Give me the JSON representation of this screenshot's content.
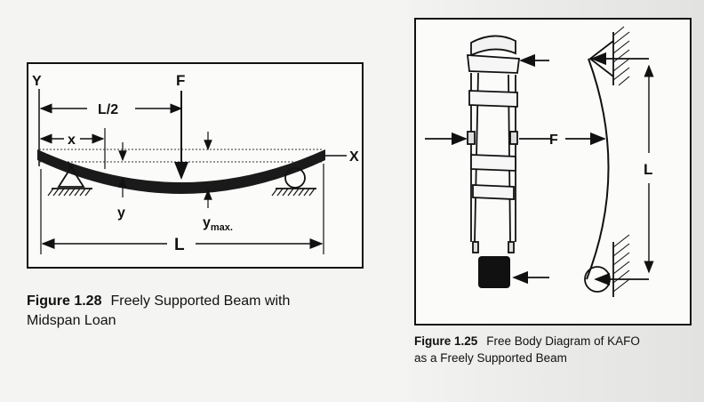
{
  "left_figure": {
    "labels": {
      "y_axis": "Y",
      "x_axis": "X",
      "force": "F",
      "half_span": "L/2",
      "x": "x",
      "y": "y",
      "ymax": "y",
      "ymax_sub": "max.",
      "span": "L"
    },
    "caption": {
      "number": "Figure 1.28",
      "line1": "Freely Supported Beam with",
      "line2": "Midspan Loan"
    }
  },
  "right_figure": {
    "labels": {
      "force": "F",
      "length": "L"
    },
    "caption": {
      "number": "Figure 1.25",
      "line1": "Free Body Diagram of KAFO",
      "line2": "as a Freely Supported Beam"
    }
  }
}
